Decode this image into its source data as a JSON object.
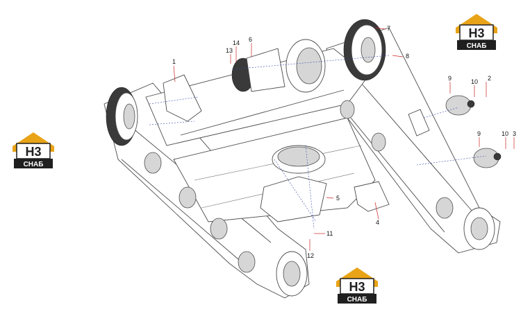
{
  "brand": {
    "logo_text": "H3",
    "logo_subtext": "СНАБ",
    "accent_color": "#e8a317",
    "dark_color": "#1f1f1f"
  },
  "callouts": [
    {
      "id": "c1",
      "label": "1"
    },
    {
      "id": "c2",
      "label": "2"
    },
    {
      "id": "c3",
      "label": "3"
    },
    {
      "id": "c4",
      "label": "4"
    },
    {
      "id": "c5",
      "label": "5"
    },
    {
      "id": "c6",
      "label": "6"
    },
    {
      "id": "c7",
      "label": "7"
    },
    {
      "id": "c8",
      "label": "8"
    },
    {
      "id": "c9a",
      "label": "9"
    },
    {
      "id": "c9b",
      "label": "9"
    },
    {
      "id": "c10a",
      "label": "10"
    },
    {
      "id": "c10b",
      "label": "10"
    },
    {
      "id": "c11",
      "label": "11"
    },
    {
      "id": "c12",
      "label": "12"
    },
    {
      "id": "c13",
      "label": "13"
    },
    {
      "id": "c14",
      "label": "14"
    }
  ]
}
